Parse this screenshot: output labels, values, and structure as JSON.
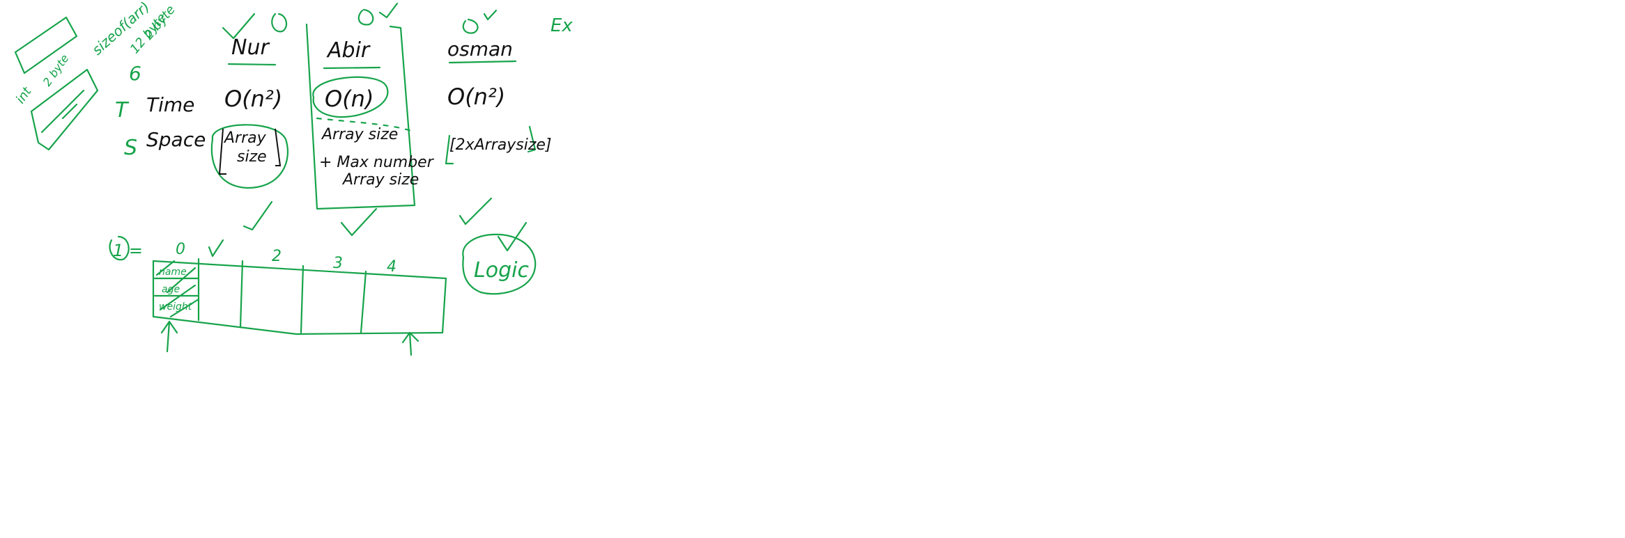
{
  "ink_color": "#16a34a",
  "black_color": "#111111",
  "columns": {
    "nur": {
      "name": "Nur",
      "time": "O(n²)",
      "space_line1": "Array",
      "space_line2": "size"
    },
    "abir": {
      "name": "Abir",
      "time": "O(n)",
      "space_line1": "Array size",
      "space_line2": "+ Max number",
      "space_line3": "Array size"
    },
    "osman": {
      "name": "osman",
      "time": "O(n²)",
      "space": "[2xArraysize]"
    }
  },
  "rows": {
    "time": "Time",
    "space": "Space",
    "time_tag": "T",
    "space_tag": "S"
  },
  "notes": {
    "sizeof": "sizeof(arr)",
    "bytes_a": "12 byte",
    "bytes_b": "2 byte",
    "six": "6",
    "int_label": "int",
    "int_bytes": "2 byte",
    "ex": "Ex",
    "logic": "Logic",
    "one": "1 =",
    "cell_lines": [
      "name",
      "age",
      "weight"
    ],
    "index_labels": [
      "0",
      "2",
      "3",
      "4"
    ]
  }
}
